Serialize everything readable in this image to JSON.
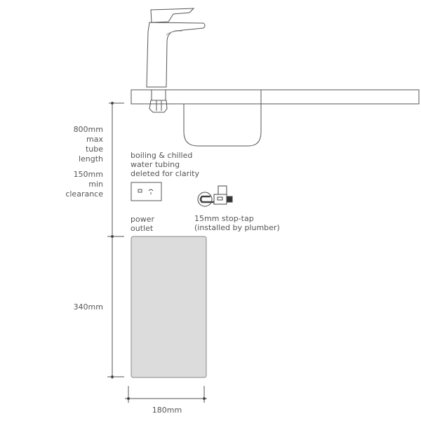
{
  "dimensions": {
    "tube_length": [
      "800mm",
      "max",
      "tube",
      "length"
    ],
    "clearance": [
      "150mm",
      "min",
      "clearance"
    ],
    "unit_height": "340mm",
    "unit_width": "180mm"
  },
  "notes": {
    "tubing": [
      "boiling & chilled",
      "water tubing",
      "deleted for clarity"
    ],
    "power_outlet": [
      "power",
      "outlet"
    ],
    "stop_tap": [
      "15mm stop-tap",
      "(installed by plumber)"
    ]
  },
  "colors": {
    "line": "#555555",
    "unit_fill": "#dcdcdc"
  }
}
